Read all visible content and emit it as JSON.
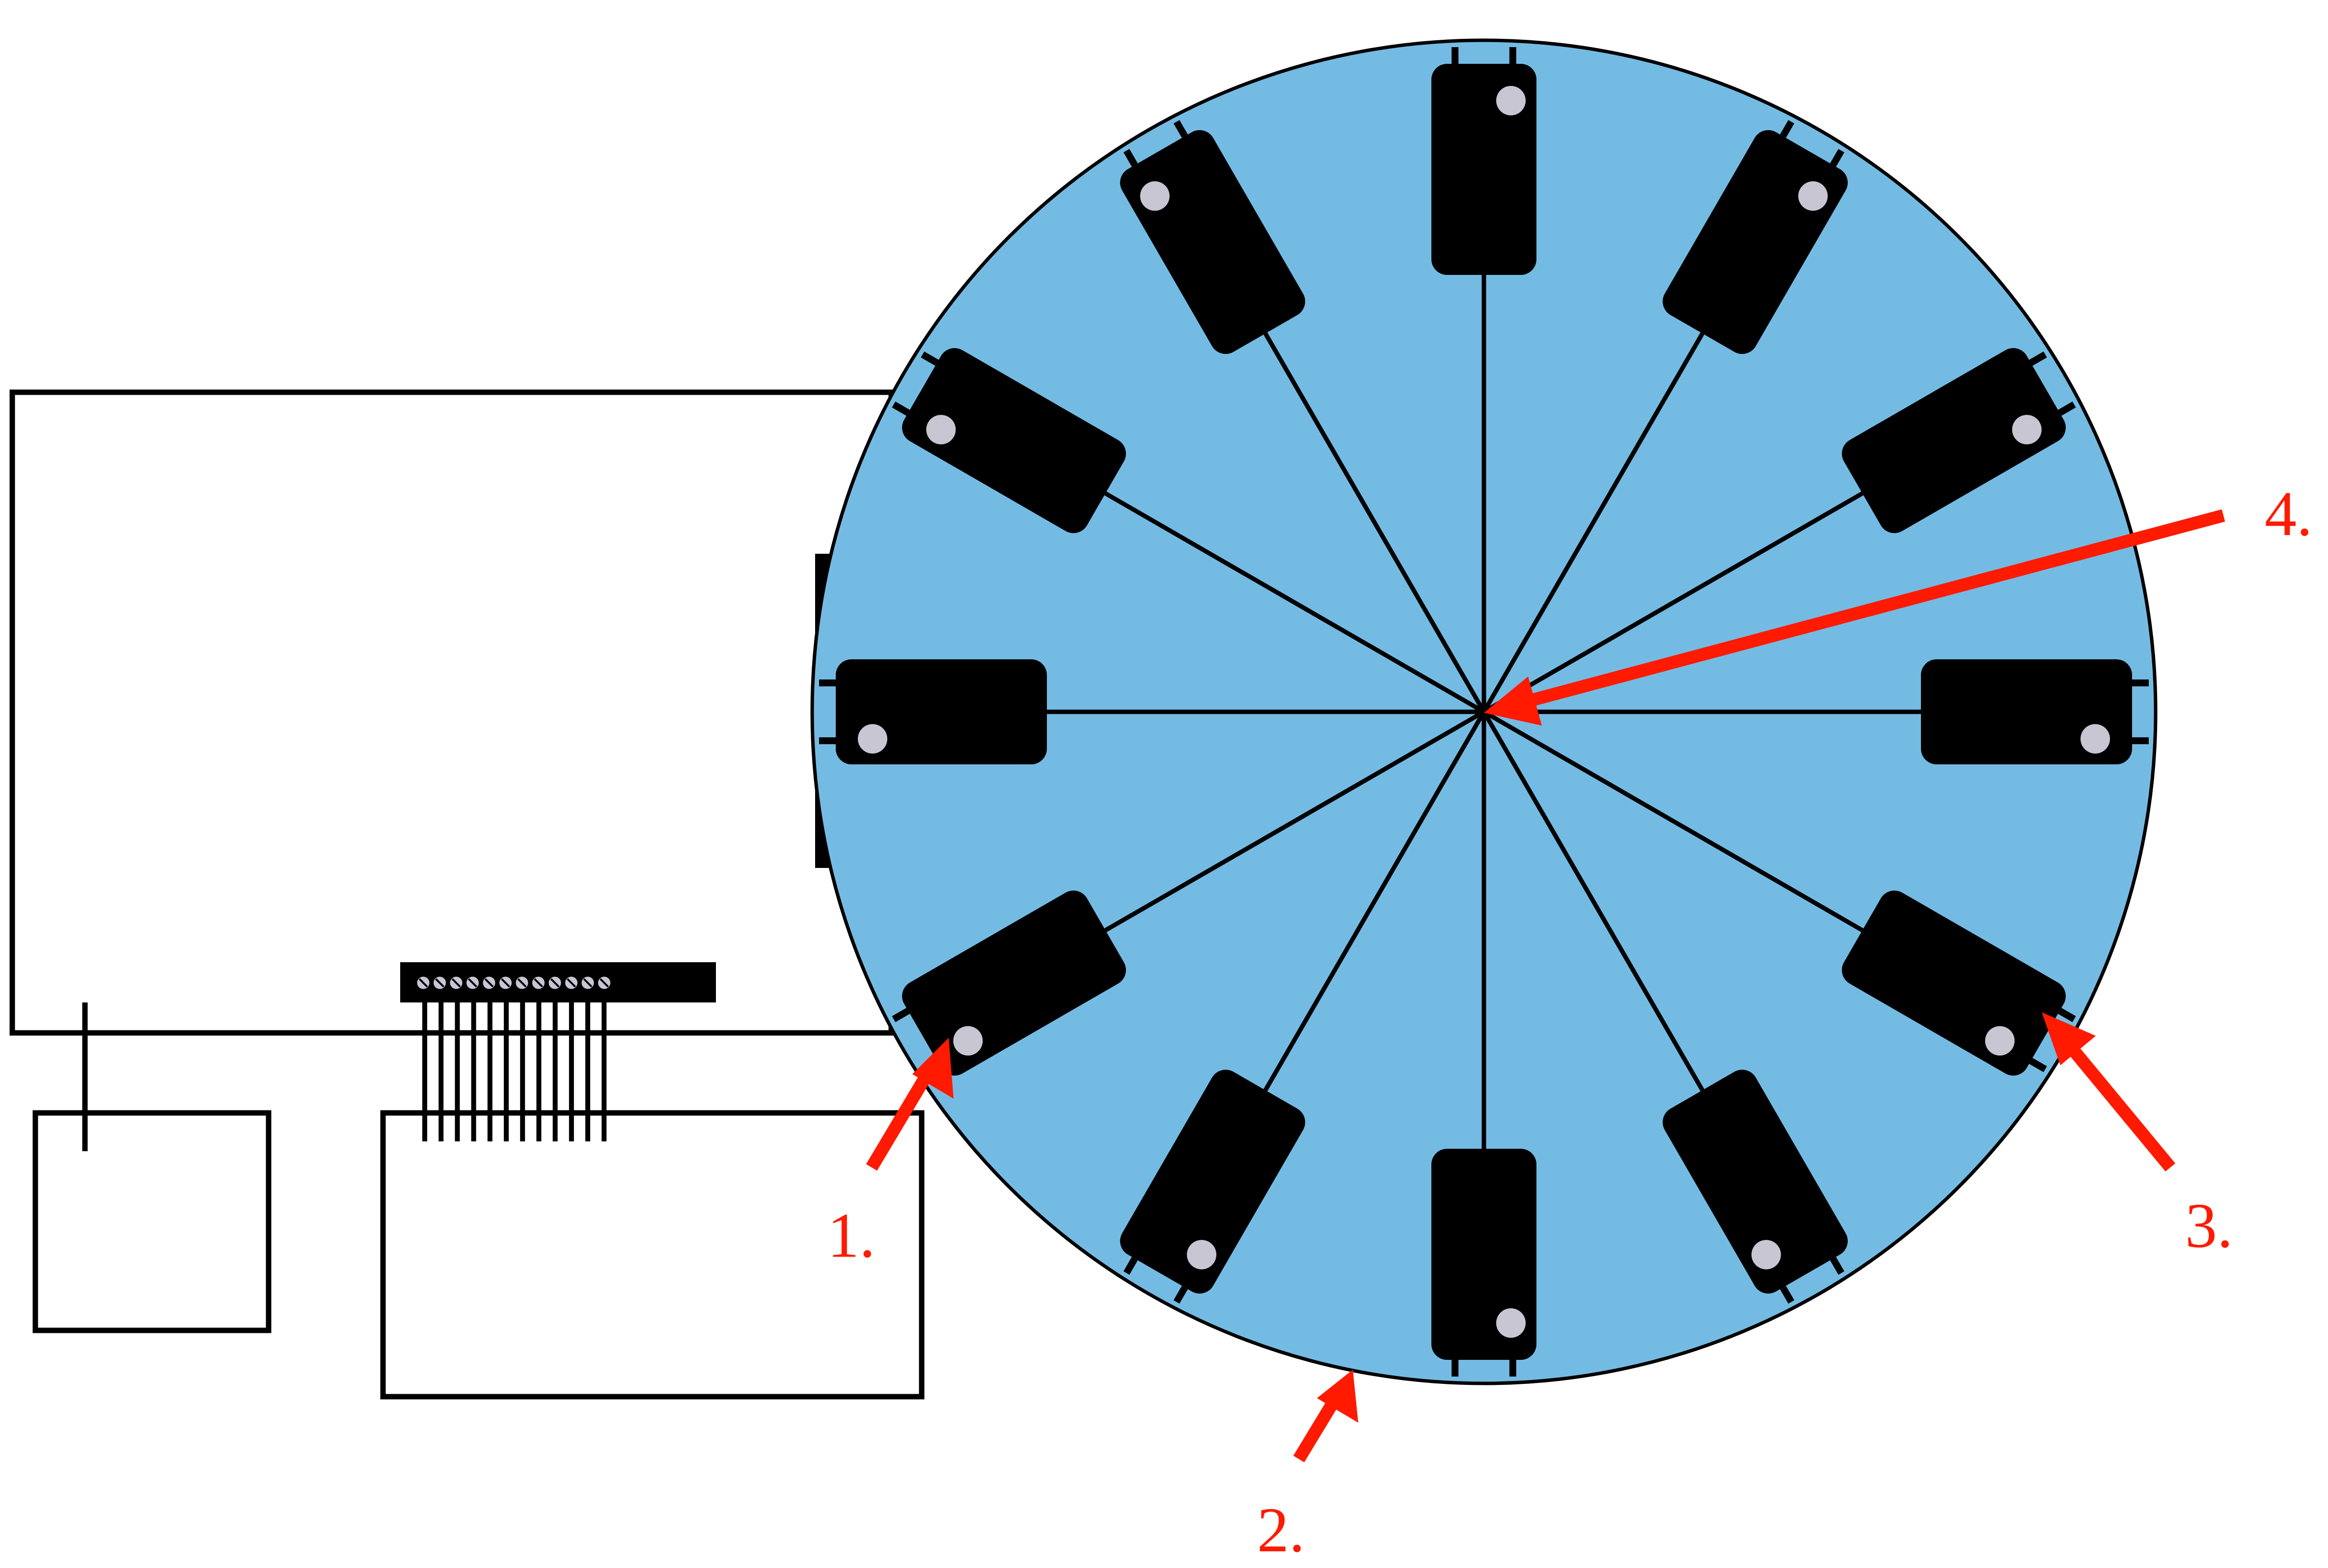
{
  "labels": {
    "one": "1.",
    "two": "2.",
    "three": "3.",
    "four": "4."
  },
  "colors": {
    "disc_fill": "#74BBE3",
    "stroke": "#000000",
    "module_body": "#000000",
    "module_dot": "#C8C6D2",
    "arrow": "#FF1A00",
    "background": "#FFFFFF"
  },
  "module_count": 12,
  "terminal_screw_count": 12,
  "terminal_wire_count": 12
}
